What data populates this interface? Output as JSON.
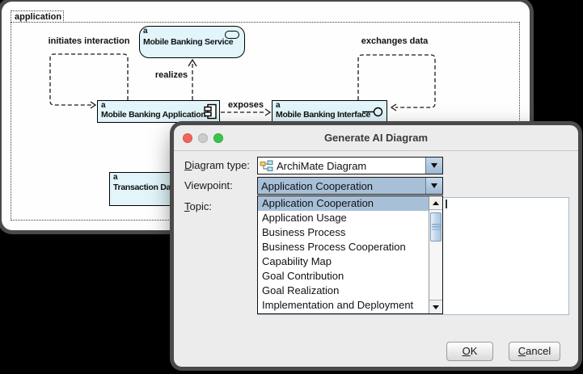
{
  "diagram": {
    "group_label": "application",
    "nodes": [
      {
        "badge": "a",
        "label": "Mobile Banking Service",
        "type": "application-service"
      },
      {
        "badge": "a",
        "label": "Mobile Banking Application",
        "type": "application-component"
      },
      {
        "badge": "a",
        "label": "Mobile Banking Interface",
        "type": "application-interface"
      },
      {
        "badge": "a",
        "label": "Transaction Data",
        "type": "data-object"
      }
    ],
    "relationship_labels": [
      "initiates interaction",
      "realizes",
      "exposes",
      "exchanges data"
    ]
  },
  "dialog": {
    "title": "Generate AI Diagram",
    "diagram_type": {
      "label_u": "D",
      "label_rest": "iagram type:",
      "value": "ArchiMate Diagram"
    },
    "viewpoint": {
      "label": "Viewpoint:",
      "value": "Application Cooperation"
    },
    "topic": {
      "label_u": "T",
      "label_rest": "opic:",
      "value": ""
    },
    "dropdown_options": [
      "Application Cooperation",
      "Application Usage",
      "Business Process",
      "Business Process Cooperation",
      "Capability Map",
      "Goal Contribution",
      "Goal Realization",
      "Implementation and Deployment"
    ],
    "selected_option": "Application Cooperation",
    "buttons": {
      "ok_u": "O",
      "ok_rest": "K",
      "cancel_u": "C",
      "cancel_rest": "ancel"
    }
  },
  "icons": {
    "traffic_lights": [
      "close-icon",
      "minimize-icon",
      "zoom-icon"
    ],
    "diagram_type_icon": "archimate-diagram-icon",
    "combo_arrow": "chevron-down-icon",
    "node_icons": [
      "service-pill-icon",
      "component-icon",
      "interface-circle-icon"
    ]
  },
  "colors": {
    "node_fill": "#e1f5fb",
    "selection_blue": "#a7c0d8",
    "dialog_bg": "#ececec",
    "window_ring": "#4a4a4a",
    "light_red": "#f2655a",
    "light_gray": "#cccccc",
    "light_green": "#38c54b"
  }
}
